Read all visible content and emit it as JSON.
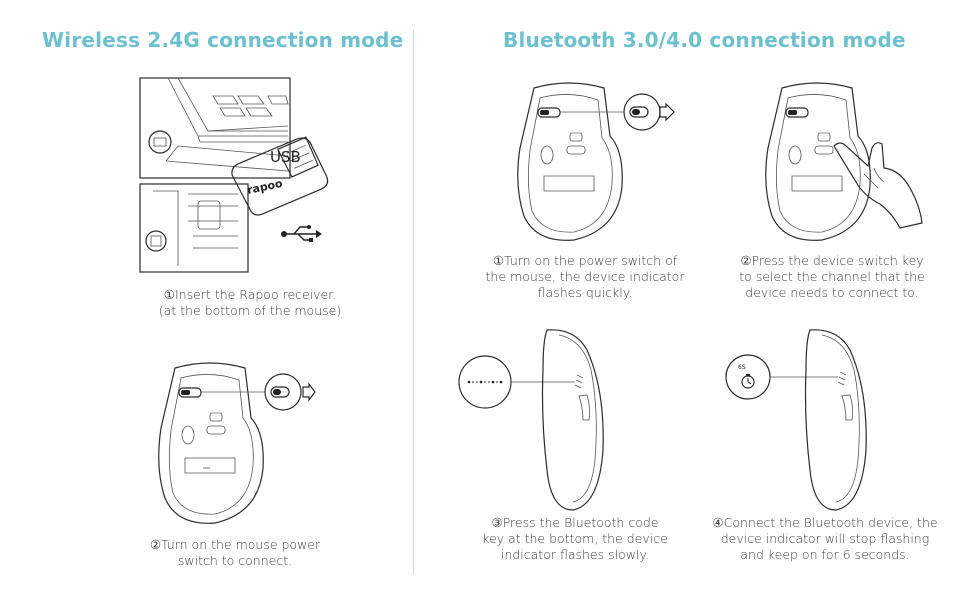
{
  "sections": {
    "wireless_title": "Wireless 2.4G connection mode",
    "bluetooth_title": "Bluetooth 3.0/4.0 connection mode"
  },
  "wireless": {
    "usb_label": "USB",
    "receiver_brand": "rapoo",
    "step1": "①Insert the Rapoo receiver.\n(at the bottom of the mouse)",
    "step2": "②Turn on the mouse power\nswitch to connect."
  },
  "bluetooth": {
    "step1": "①Turn on the power switch of\nthe mouse, the device indicator\nflashes quickly.",
    "step2": "②Press the device switch key\nto select the channel that the\ndevice needs to connect to.",
    "step3": "③Press the Bluetooth code\nkey at the bottom, the device\nindicator flashes slowly.",
    "step4": "④Connect the Bluetooth device, the\ndevice indicator will stop flashing\nand keep on for 6 seconds.",
    "timer_label": "6S"
  },
  "icons": {
    "arrow": "left-arrow-icon",
    "usb_symbol": "usb-icon",
    "hand": "pointing-hand-icon",
    "timer": "stopwatch-icon"
  },
  "colors": {
    "heading": "#6cc0cf",
    "line": "#2b2b2b",
    "divider": "#d9d9d9"
  }
}
